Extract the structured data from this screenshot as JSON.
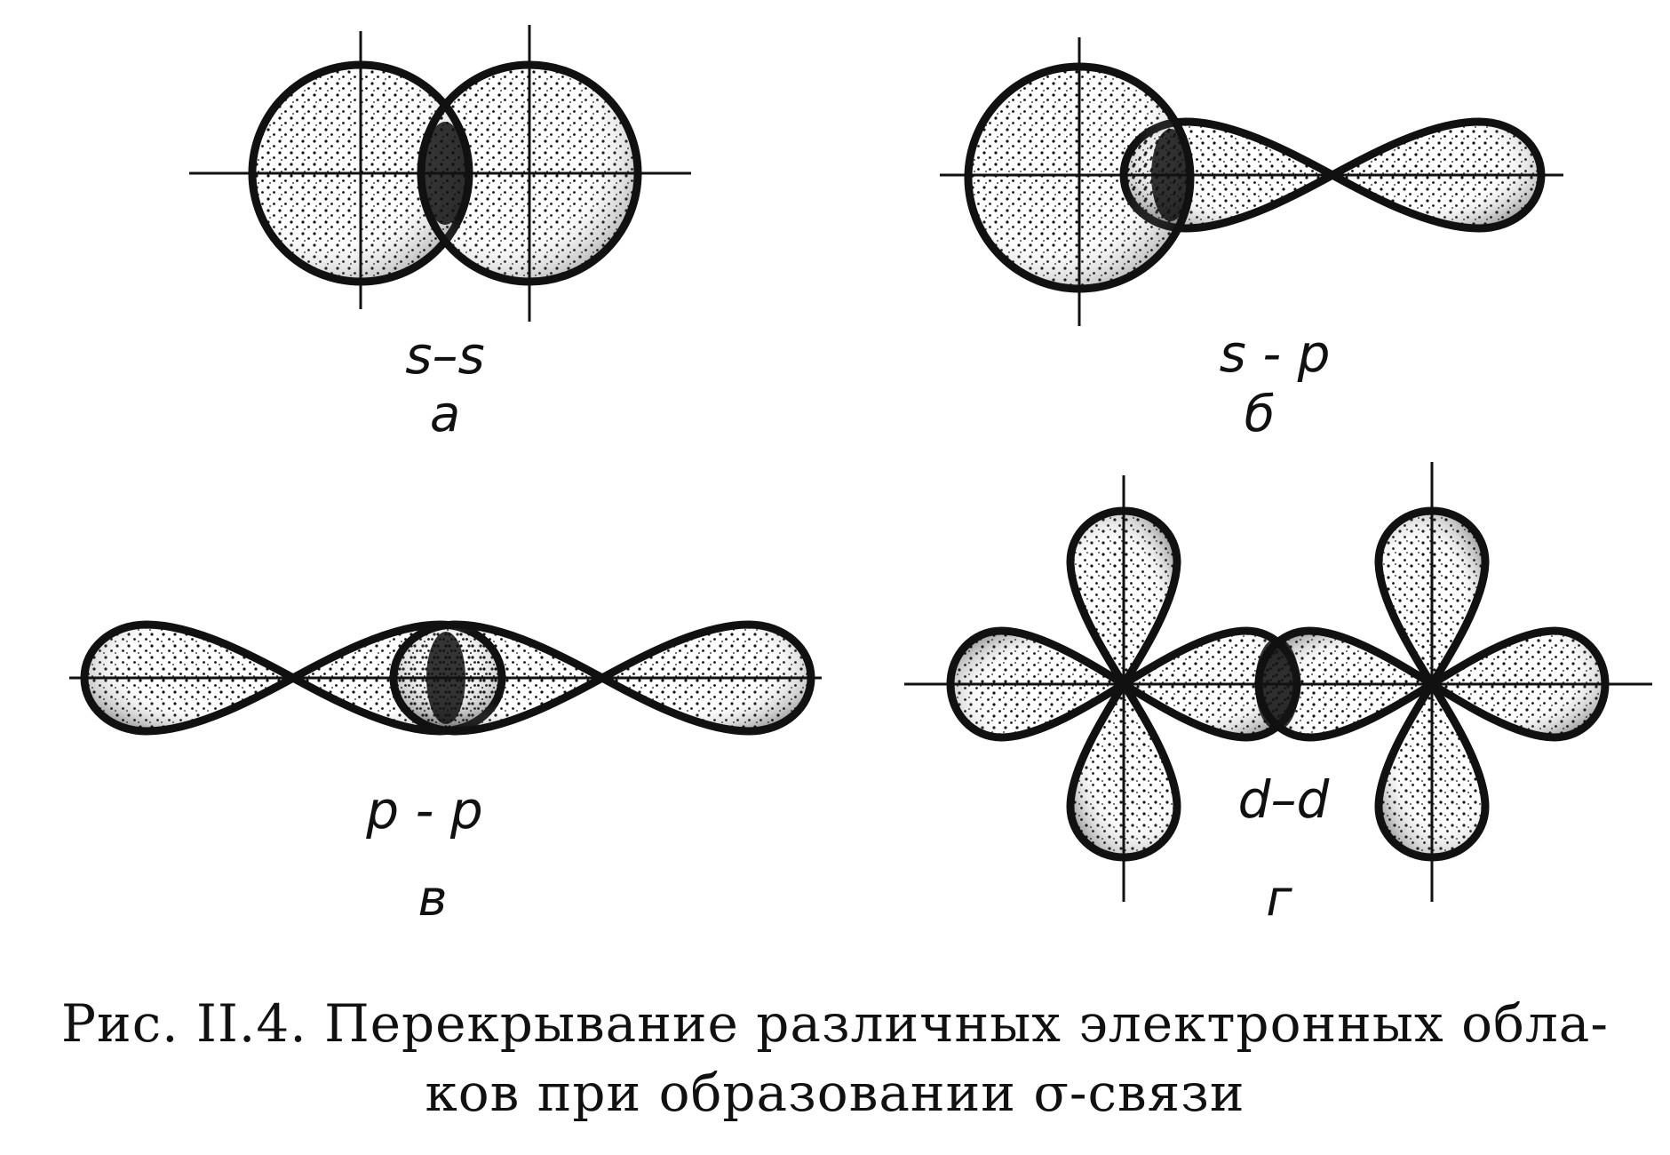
{
  "panels": {
    "a": {
      "bond": "s–s",
      "letter": "а"
    },
    "b": {
      "bond": "s - p",
      "letter": "б"
    },
    "v": {
      "bond": "p - p",
      "letter": "в"
    },
    "g": {
      "bond": "d–d",
      "letter": "г"
    }
  },
  "caption": {
    "line1": "Рис. II.4. Перекрывание различных электронных обла-",
    "line2": "ков при образовании σ-связи"
  },
  "colors": {
    "ink": "#111111",
    "paper": "#ffffff"
  }
}
